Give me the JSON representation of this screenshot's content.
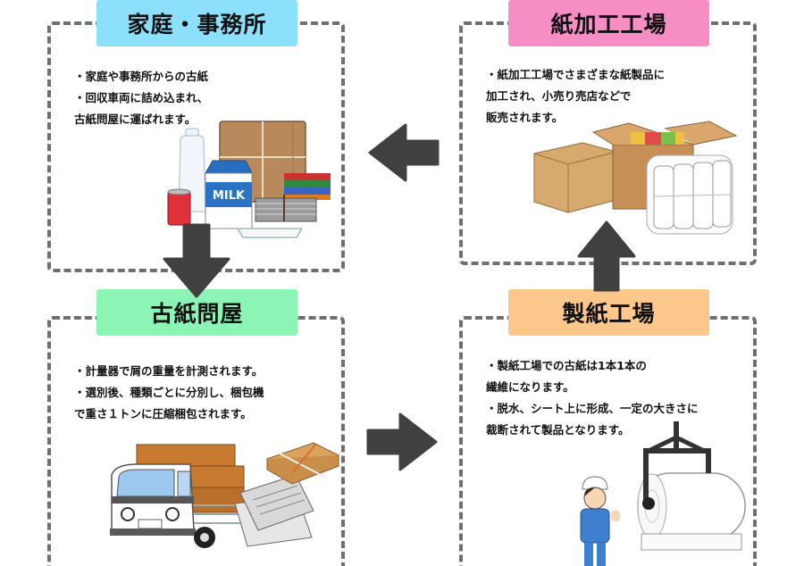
{
  "steps": [
    {
      "id": "household-office",
      "title": "家庭・事務所",
      "label_color": "#8de0fb",
      "lines": [
        "・家庭や事務所からの古紙",
        "・回収車両に詰め込まれ、",
        "古紙問屋に運ばれます。"
      ],
      "illustration": "waste-paper-and-recyclables",
      "milk_carton_text": "MILK"
    },
    {
      "id": "paper-processing-plant",
      "title": "紙加工工場",
      "label_color": "#f68dc4",
      "lines": [
        "・紙加工工場でさまざまな紙製品に",
        "加工され、小売り売店などで",
        "販売されます。"
      ],
      "illustration": "boxes-and-toilet-paper"
    },
    {
      "id": "waste-paper-wholesaler",
      "title": "古紙問屋",
      "label_color": "#8cf5b5",
      "lines": [
        "・計量器で屑の重量を計測されます。",
        "・選別後、種類ごとに分別し、梱包機",
        "で重さ１トンに圧縮梱包されます。"
      ],
      "illustration": "truck-with-bales"
    },
    {
      "id": "paper-mill",
      "title": "製紙工場",
      "label_color": "#fbc78a",
      "lines": [
        "・製紙工場での古紙は1本1本の",
        "繊維になります。",
        "・脱水、シート上に形成、一定の大きさに",
        "裁断されて製品となります。"
      ],
      "illustration": "worker-and-paper-roll"
    }
  ],
  "flow": [
    {
      "from": "家庭・事務所",
      "to": "古紙問屋",
      "direction": "down"
    },
    {
      "from": "古紙問屋",
      "to": "製紙工場",
      "direction": "right"
    },
    {
      "from": "製紙工場",
      "to": "紙加工工場",
      "direction": "up"
    },
    {
      "from": "紙加工工場",
      "to": "家庭・事務所",
      "direction": "left"
    }
  ],
  "colors": {
    "frame": "#6f6f6f",
    "arrow": "#404040",
    "text": "#111111"
  }
}
